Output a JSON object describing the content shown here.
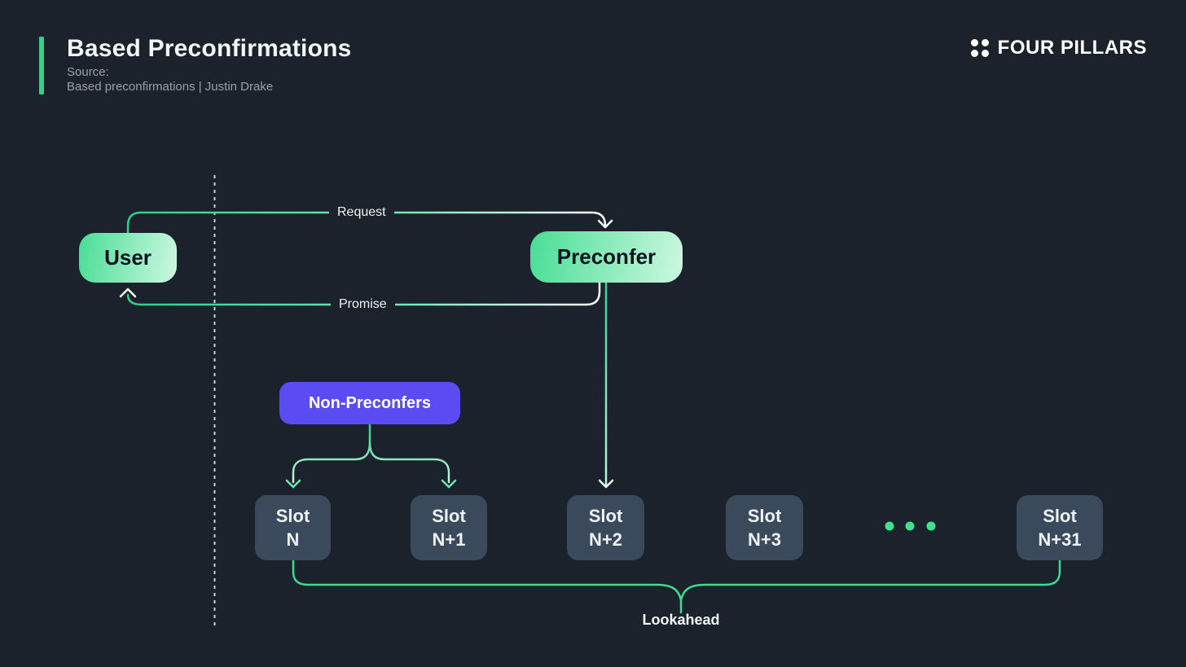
{
  "header": {
    "title": "Based Preconfirmations",
    "source_label": "Source:",
    "source_value": "Based preconfirmations | Justin Drake",
    "brand_name": "FOUR PILLARS"
  },
  "diagram": {
    "nodes": {
      "user": "User",
      "preconfer": "Preconfer",
      "non_preconfers": "Non-Preconfers"
    },
    "edge_labels": {
      "request": "Request",
      "promise": "Promise"
    },
    "slots": [
      {
        "title": "Slot",
        "sub": "N"
      },
      {
        "title": "Slot",
        "sub": "N+1"
      },
      {
        "title": "Slot",
        "sub": "N+2"
      },
      {
        "title": "Slot",
        "sub": "N+3"
      },
      {
        "title": "Slot",
        "sub": "N+31"
      }
    ],
    "ellipsis_dot_count": 3,
    "lookahead_label": "Lookahead",
    "colors": {
      "background": "#1b222b",
      "accent_green": "#43c98b",
      "line_green": "#34d392",
      "line_white": "#ffffff",
      "node_gradient_start": "#49dd96",
      "node_gradient_end": "#cdf8e0",
      "non_preconfers_purple": "#5b4bf2",
      "slot_gray": "#3a495c",
      "dot_green": "#3ee191"
    }
  }
}
